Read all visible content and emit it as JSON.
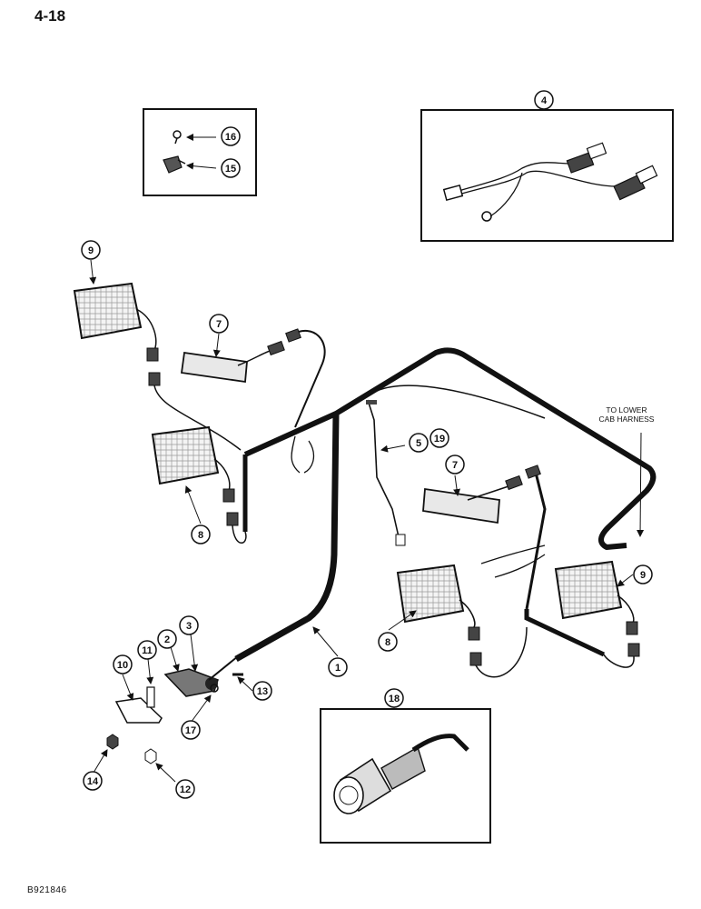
{
  "page": {
    "number": "4-18",
    "figure_code": "B921846"
  },
  "notes": {
    "to_lower_cab_harness": [
      "TO LOWER",
      "CAB HARNESS"
    ]
  },
  "callouts": [
    {
      "id": "c1",
      "label": "1"
    },
    {
      "id": "c2",
      "label": "2"
    },
    {
      "id": "c3",
      "label": "3"
    },
    {
      "id": "c4",
      "label": "4"
    },
    {
      "id": "c5",
      "label": "5"
    },
    {
      "id": "c19",
      "label": "19"
    },
    {
      "id": "c7a",
      "label": "7"
    },
    {
      "id": "c7b",
      "label": "7"
    },
    {
      "id": "c8a",
      "label": "8"
    },
    {
      "id": "c8b",
      "label": "8"
    },
    {
      "id": "c9a",
      "label": "9"
    },
    {
      "id": "c9b",
      "label": "9"
    },
    {
      "id": "c10",
      "label": "10"
    },
    {
      "id": "c11",
      "label": "11"
    },
    {
      "id": "c12",
      "label": "12"
    },
    {
      "id": "c13",
      "label": "13"
    },
    {
      "id": "c14",
      "label": "14"
    },
    {
      "id": "c15",
      "label": "15"
    },
    {
      "id": "c16",
      "label": "16"
    },
    {
      "id": "c17",
      "label": "17"
    },
    {
      "id": "c18",
      "label": "18"
    }
  ]
}
